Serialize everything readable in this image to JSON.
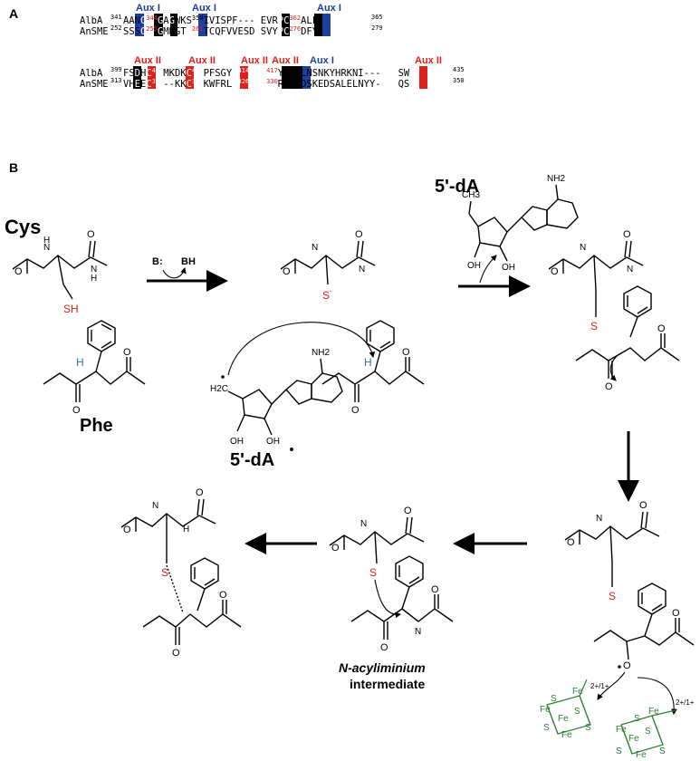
{
  "panel_a": {
    "label": "A",
    "block1": {
      "aux_labels": [
        "Aux I",
        "Aux I",
        "Aux I"
      ],
      "row1": {
        "name": "AlbA",
        "start": "341",
        "end": "365"
      },
      "row2": {
        "name": "AnSME",
        "start": "252",
        "end": "279"
      }
    },
    "block2": {
      "aux_labels": [
        "Aux II",
        "Aux II",
        "Aux II",
        "Aux II",
        "Aux I",
        "Aux II"
      ],
      "row1": {
        "name": "AlbA",
        "start": "399",
        "end": "435"
      },
      "row2": {
        "name": "AnSME",
        "start": "313",
        "end": "350"
      }
    }
  },
  "panel_b": {
    "label": "B",
    "cys": "Cys",
    "phe": "Phe",
    "sh": "SH",
    "s_minus": "S",
    "h": "H",
    "base": "B:",
    "base_h": "BH",
    "five_da": "5'-dA",
    "five_da_rad": "5'-dA",
    "nh2": "NH2",
    "h2c": "H2C",
    "ch3": "CH3",
    "oh": "OH",
    "intermediate_line1": "N-acyliminium",
    "intermediate_line2": "intermediate",
    "cluster_charge": "2+/1+",
    "fe": "Fe",
    "s": "S",
    "colors": {
      "red": "#e0201a",
      "blue": "#1f3fa0",
      "green": "#2e7d32",
      "h_blue": "#2f6db8"
    }
  }
}
